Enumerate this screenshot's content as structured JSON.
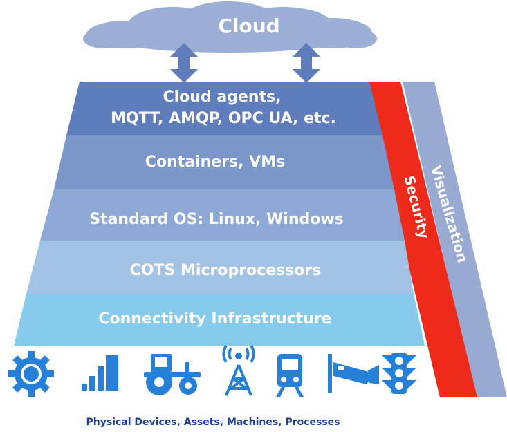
{
  "cloud": {
    "label": "Cloud"
  },
  "layers": [
    {
      "line1": "Cloud agents,",
      "line2": "MQTT, AMQP, OPC UA, etc."
    },
    {
      "label": "Containers, VMs"
    },
    {
      "label": "Standard OS:  Linux, Windows"
    },
    {
      "label": "COTS Microprocessors"
    },
    {
      "label": "Connectivity Infrastructure"
    }
  ],
  "side_bars": {
    "security": "Security",
    "visualization": "Visualization"
  },
  "icons": [
    "gear-icon",
    "signal-bars-icon",
    "tractor-icon",
    "radio-tower-icon",
    "train-icon",
    "security-camera-icon",
    "traffic-light-icon"
  ],
  "caption": "Physical Devices, Assets, Machines, Processes",
  "colors": {
    "cloud": "#9aaed6",
    "layer1": "#5f7dbc",
    "layer2": "#7b96c9",
    "layer3": "#8ea8d6",
    "layer4": "#a3c3e6",
    "layer5": "#87cbec",
    "security": "#ee2a1a",
    "visualization": "#98aad2",
    "icons": "#2680d8",
    "caption": "#1f3e8c"
  }
}
